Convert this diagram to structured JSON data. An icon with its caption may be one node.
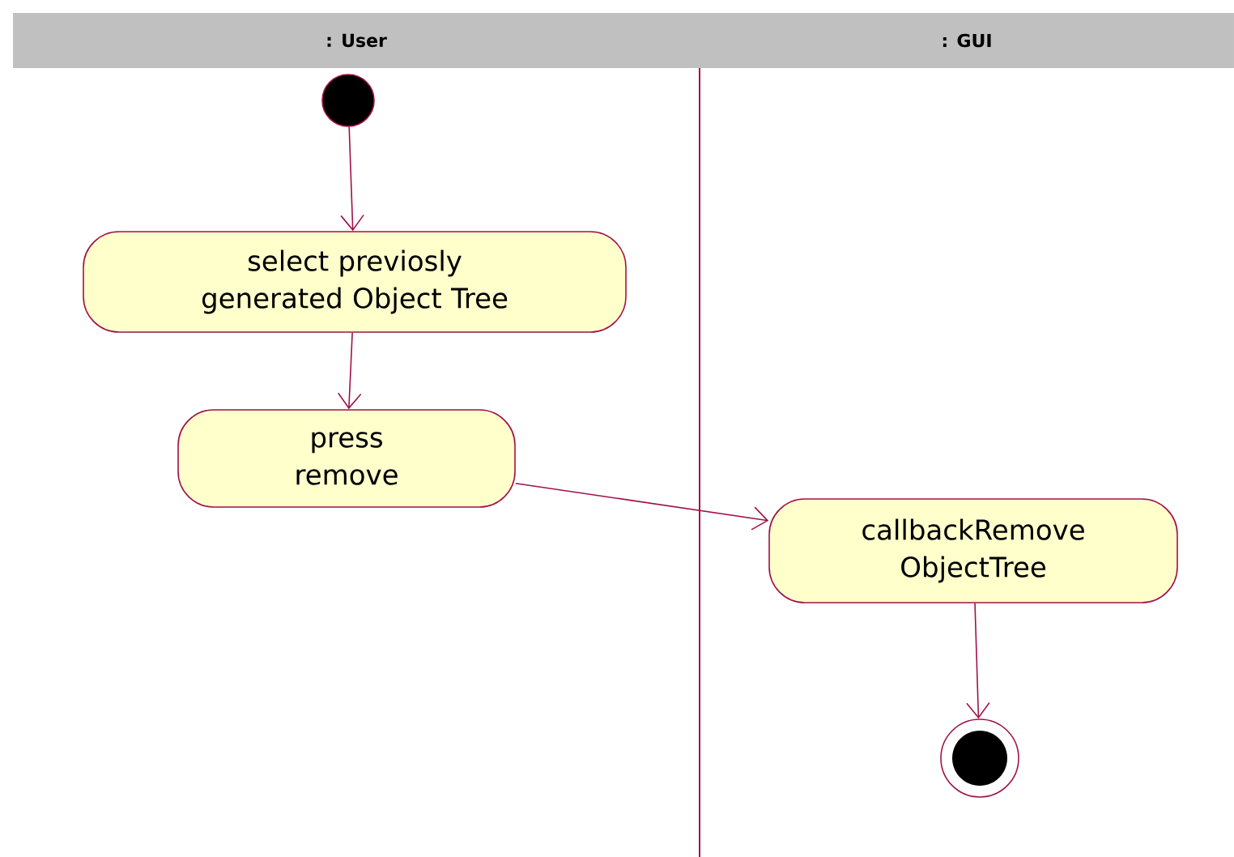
{
  "diagram": {
    "nodes": [
      {
        "text": [
          ": User"
        ]
      },
      {
        "text": [
          ": GUI"
        ]
      },
      {
        "text": [],
        "shape": "circle"
      },
      {
        "text": [
          "select previosly generated Object Tree"
        ]
      },
      {
        "text": [
          "press remove"
        ]
      },
      {
        "text": [
          "callbackRemove ObjectTree"
        ]
      },
      {
        "text": [],
        "shape": "bullseye"
      }
    ],
    "edges": [
      {
        "from": 2,
        "to": 3,
        "arrow": "to"
      },
      {
        "from": 3,
        "to": 4,
        "arrow": "to"
      },
      {
        "from": 4,
        "to": 5,
        "arrow": "to"
      },
      {
        "from": 5,
        "to": 6,
        "arrow": "to"
      }
    ]
  }
}
